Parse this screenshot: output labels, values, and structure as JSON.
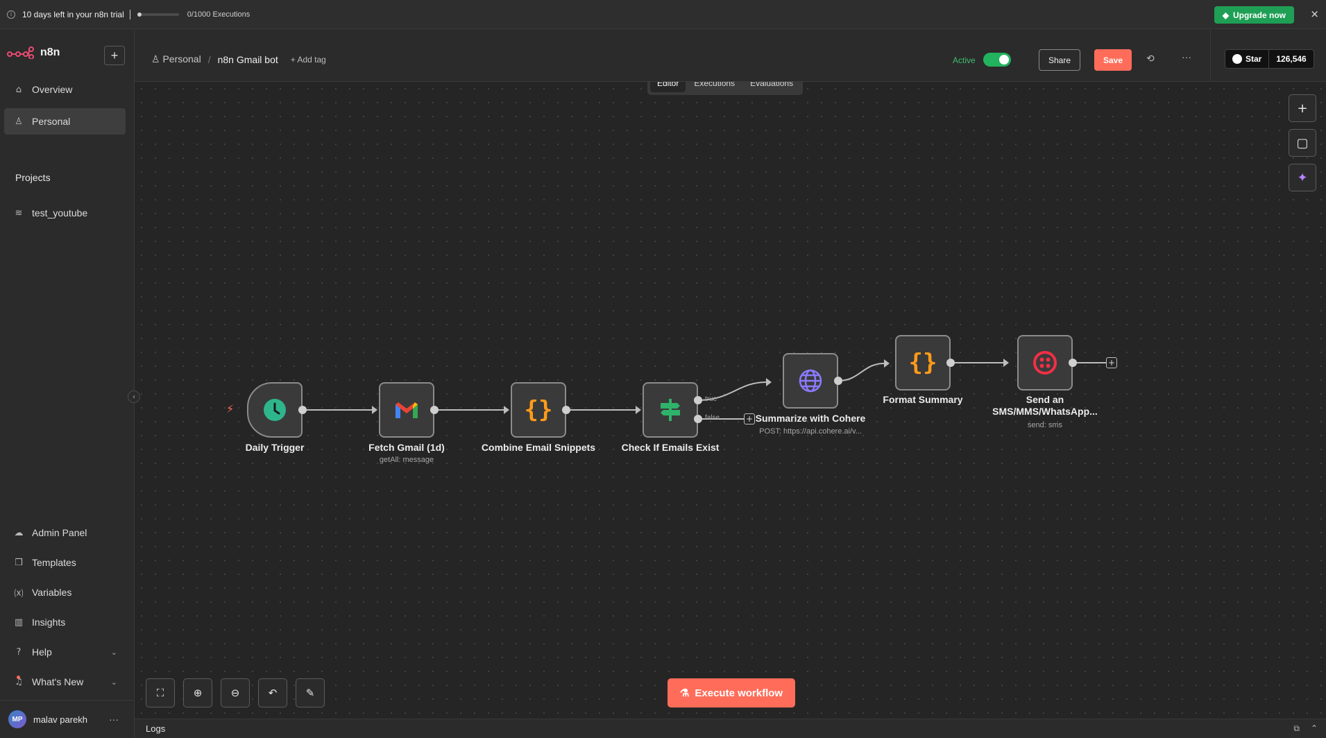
{
  "banner": {
    "trial_text": "10 days left in your n8n trial",
    "executions_text": "0/1000 Executions",
    "executions_used_fraction": 0.0,
    "upgrade_label": "Upgrade now",
    "close_glyph": "×",
    "info_glyph": "i"
  },
  "sidebar": {
    "app_name": "n8n",
    "add_glyph": "+",
    "nav": [
      {
        "label": "Overview",
        "icon": "home-icon",
        "glyph": "⌂"
      },
      {
        "label": "Personal",
        "icon": "user-icon",
        "glyph": "♙",
        "active": true
      }
    ],
    "projects_heading": "Projects",
    "projects": [
      {
        "label": "test_youtube",
        "icon": "layers-icon",
        "glyph": "≋"
      }
    ],
    "bottom_nav": [
      {
        "label": "Admin Panel",
        "icon": "cloud-icon",
        "glyph": "☁"
      },
      {
        "label": "Templates",
        "icon": "box-icon",
        "glyph": "❒"
      },
      {
        "label": "Variables",
        "icon": "variables-icon",
        "glyph": "⒳"
      },
      {
        "label": "Insights",
        "icon": "chart-icon",
        "glyph": "▥"
      },
      {
        "label": "Help",
        "icon": "help-icon",
        "glyph": "?",
        "chevron": "⌄"
      },
      {
        "label": "What's New",
        "icon": "bell-icon",
        "glyph": "♫",
        "chevron": "⌄"
      }
    ],
    "user": {
      "initials": "MP",
      "name": "malav parekh",
      "more": "···"
    },
    "collapse_glyph": "‹"
  },
  "header": {
    "breadcrumb_project": "Personal",
    "breadcrumb_sep": "/",
    "workflow_name": "n8n Gmail bot",
    "add_tag": "+ Add tag",
    "active_label": "Active",
    "active": true,
    "share_label": "Share",
    "save_label": "Save",
    "history_glyph": "⟲",
    "more_glyph": "···",
    "github_star_label": "Star",
    "github_star_count": "126,546"
  },
  "tabs": [
    {
      "label": "Editor",
      "active": true
    },
    {
      "label": "Executions"
    },
    {
      "label": "Evaluations"
    }
  ],
  "right_toolbar": [
    {
      "name": "add-node-button",
      "glyph": "+"
    },
    {
      "name": "sticky-note-button",
      "glyph": "▢"
    },
    {
      "name": "ai-assistant-button",
      "glyph": "✦"
    }
  ],
  "nodes": [
    {
      "id": "daily-trigger",
      "label": "Daily Trigger",
      "sub": "",
      "icon": "clock-icon"
    },
    {
      "id": "fetch-gmail",
      "label": "Fetch Gmail (1d)",
      "sub": "getAll: message",
      "icon": "gmail-icon"
    },
    {
      "id": "combine-snippets",
      "label": "Combine Email Snippets",
      "sub": "",
      "icon": "code-icon"
    },
    {
      "id": "check-emails",
      "label": "Check If Emails Exist",
      "sub": "",
      "icon": "if-icon"
    },
    {
      "id": "summarize-cohere",
      "label": "Summarize with Cohere",
      "sub": "POST: https://api.cohere.ai/v...",
      "icon": "globe-icon"
    },
    {
      "id": "format-summary",
      "label": "Format Summary",
      "sub": "",
      "icon": "code-icon"
    },
    {
      "id": "send-sms",
      "label": "Send an SMS/MMS/WhatsApp...",
      "sub": "send: sms",
      "icon": "twilio-icon"
    }
  ],
  "edge_labels": {
    "true": "true",
    "false": "false"
  },
  "plus_glyph": "+",
  "trigger_bolt": "⚡",
  "bottom_tools": [
    {
      "name": "fit-view-button",
      "glyph": "⛶"
    },
    {
      "name": "zoom-in-button",
      "glyph": "⊕"
    },
    {
      "name": "zoom-out-button",
      "glyph": "⊖"
    },
    {
      "name": "reset-zoom-button",
      "glyph": "↶"
    },
    {
      "name": "tidy-up-button",
      "glyph": "✎"
    }
  ],
  "execute_label": "Execute workflow",
  "execute_glyph": "⚗",
  "logs_label": "Logs",
  "logs_icons": [
    "⧉",
    "⌃"
  ],
  "colors": {
    "accent": "#ff6d5a",
    "active_green": "#22b35e",
    "upgrade_green": "#1f9f55",
    "canvas_bg": "#252525"
  }
}
